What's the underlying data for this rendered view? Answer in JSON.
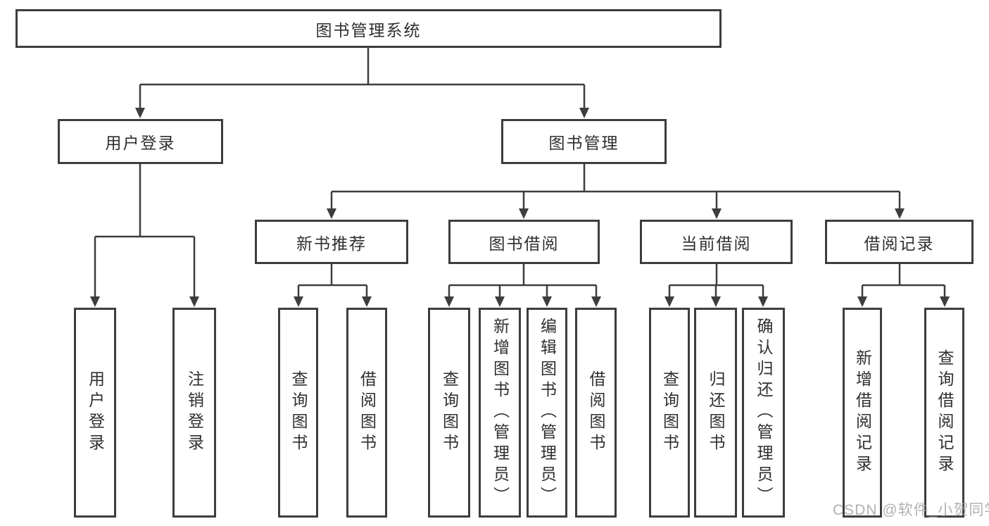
{
  "diagram": {
    "type": "hierarchy-tree",
    "title": "图书管理系统",
    "watermark": "CSDN @软件_小贺同学",
    "colors": {
      "line": "#3d3d3d",
      "box_border": "#3d3d3d",
      "text": "#2f2f2f",
      "background": "#ffffff",
      "watermark": "#a5a5a5"
    },
    "tree": {
      "label": "图书管理系统",
      "children": [
        {
          "label": "用户登录",
          "children": [
            {
              "label": "用户登录"
            },
            {
              "label": "注销登录"
            }
          ]
        },
        {
          "label": "图书管理",
          "children": [
            {
              "label": "新书推荐",
              "children": [
                {
                  "label": "查询图书"
                },
                {
                  "label": "借阅图书"
                }
              ]
            },
            {
              "label": "图书借阅",
              "children": [
                {
                  "label": "查询图书"
                },
                {
                  "label": "新增图书（管理员）"
                },
                {
                  "label": "编辑图书（管理员）"
                },
                {
                  "label": "借阅图书"
                }
              ]
            },
            {
              "label": "当前借阅",
              "children": [
                {
                  "label": "查询图书"
                },
                {
                  "label": "归还图书"
                },
                {
                  "label": "确认归还（管理员）"
                }
              ]
            },
            {
              "label": "借阅记录",
              "children": [
                {
                  "label": "新增借阅记录"
                },
                {
                  "label": "查询借阅记录"
                }
              ]
            }
          ]
        }
      ]
    }
  }
}
